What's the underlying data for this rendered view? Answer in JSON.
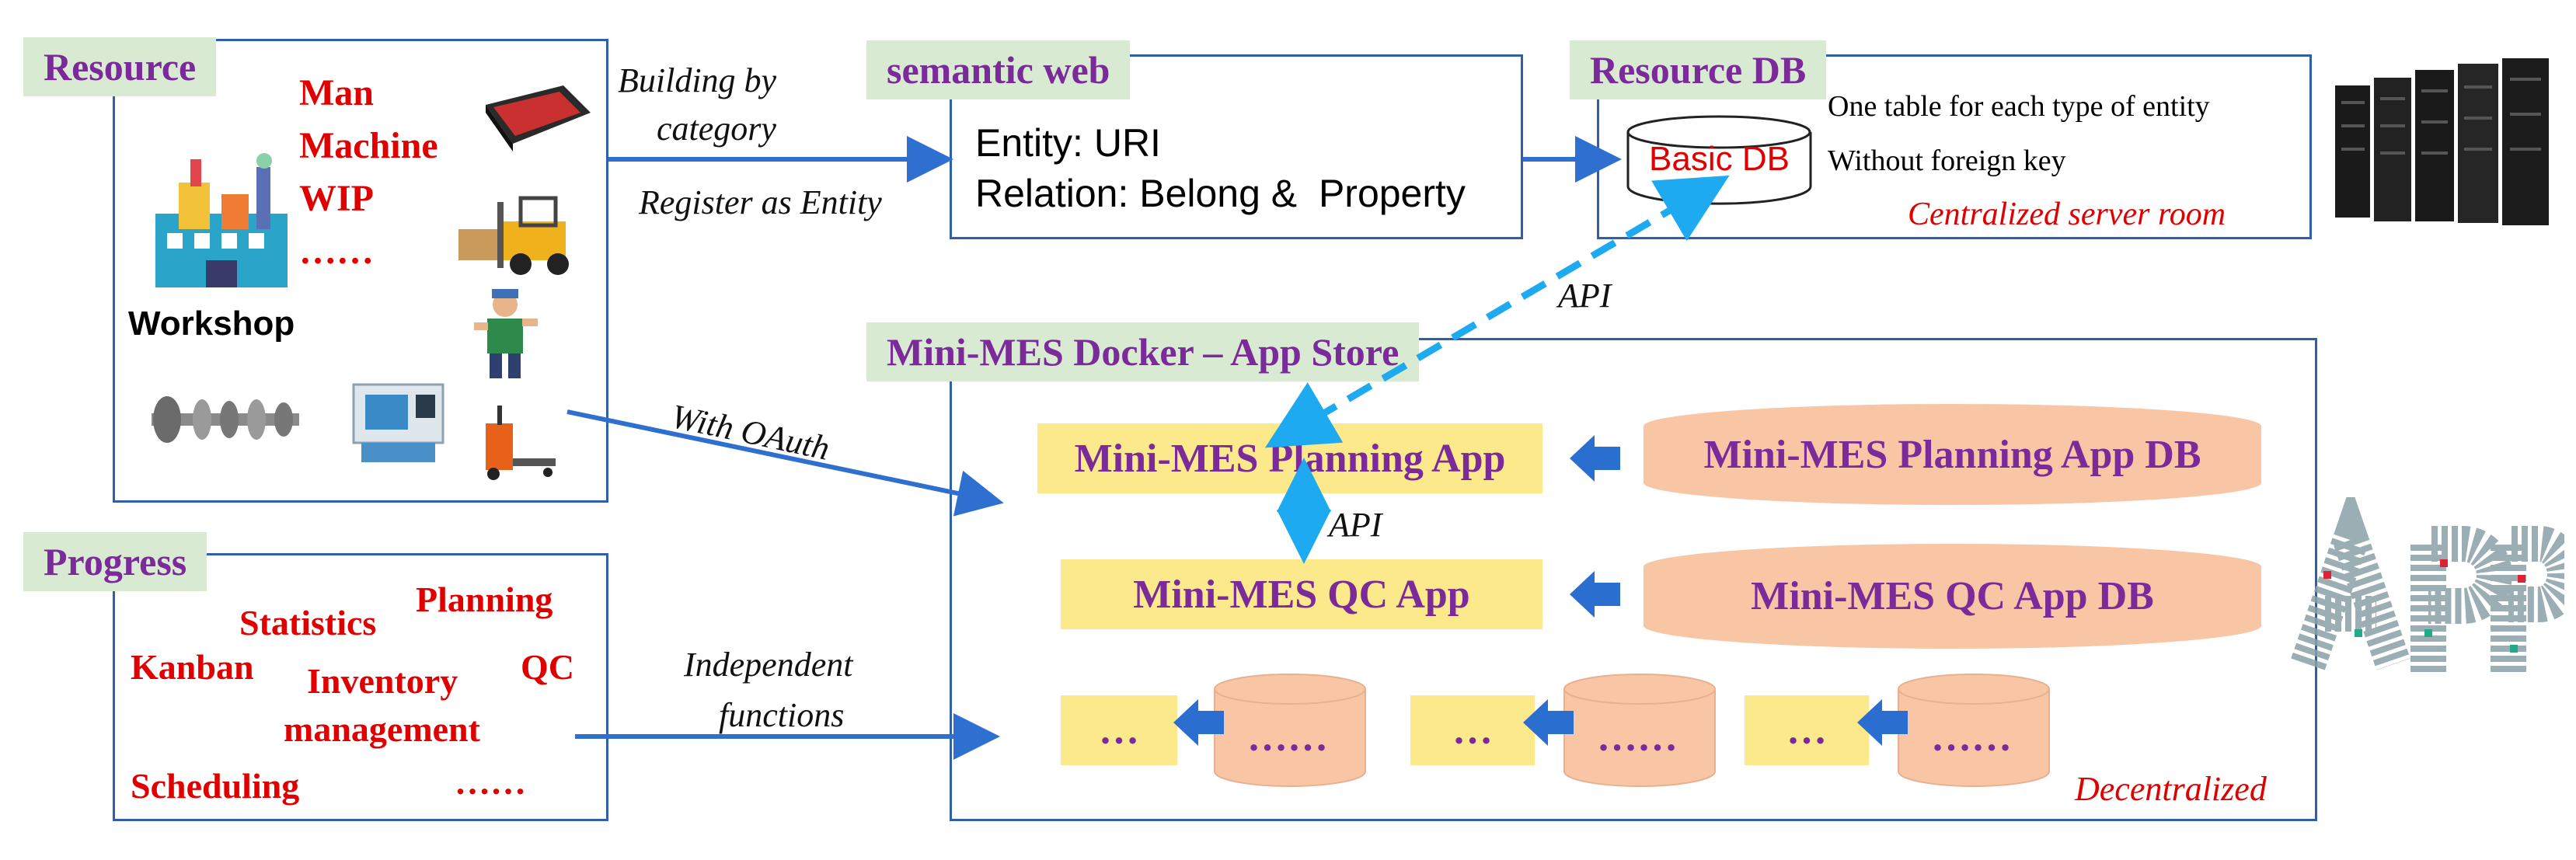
{
  "resource": {
    "title": "Resource",
    "items": [
      "Man",
      "Machine",
      "WIP",
      "……"
    ],
    "workshop_label": "Workshop"
  },
  "semantic_web": {
    "title": "semantic web",
    "entity_line": "Entity: URI",
    "relation_line": "Relation: Belong &  Property"
  },
  "resource_db": {
    "title": "Resource DB",
    "basic_db": "Basic DB",
    "note1": "One table for each type of entity",
    "note2": "Without foreign key",
    "footer": "Centralized server room"
  },
  "arrows": {
    "building_by": "Building by",
    "category": "category",
    "register": "Register as Entity",
    "api_top": "API",
    "oauth": "With OAuth",
    "api_mid": "API",
    "independent": "Independent",
    "functions": "functions"
  },
  "mini_mes": {
    "title": "Mini-MES Docker – App Store",
    "planning_app": "Mini-MES Planning App",
    "planning_db": "Mini-MES Planning App DB",
    "qc_app": "Mini-MES QC App",
    "qc_db": "Mini-MES QC App DB",
    "ellipsis_app": "…",
    "ellipsis_db": "……",
    "footer": "Decentralized"
  },
  "progress": {
    "title": "Progress",
    "items": [
      "Statistics",
      "Planning",
      "Kanban",
      "Inventory",
      "QC",
      "management",
      "Scheduling",
      "……"
    ]
  },
  "colors": {
    "border": "#2e5fa8",
    "tag_bg": "#d9ead3",
    "tag_text": "#7b2a9a",
    "red": "#e00000",
    "app_bg": "#fce98c",
    "db_bg": "#f8c6a5",
    "arrow": "#2e6fd0",
    "dashed": "#1eaaf0"
  },
  "icons": [
    "factory-icon",
    "plc-device-icon",
    "forklift-icon",
    "worker-icon",
    "camshaft-icon",
    "cnc-lathe-icon",
    "pallet-jack-icon",
    "server-rack-icon",
    "app-mosaic-icon"
  ]
}
